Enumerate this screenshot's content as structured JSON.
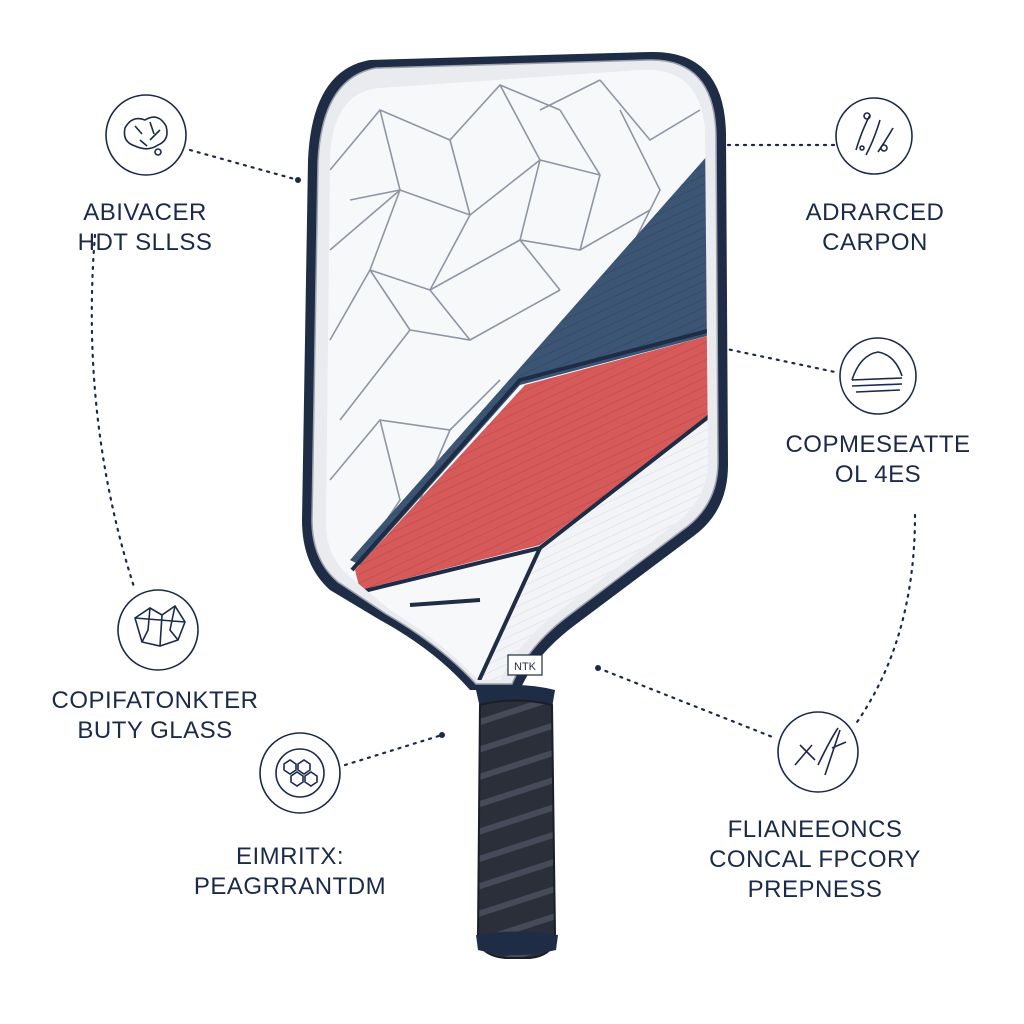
{
  "colors": {
    "ink": "#1b2a4a",
    "navy_panel": "#3d5574",
    "red_panel": "#d65a5a",
    "grip": "#2a2f3a",
    "edge_guard": "#1f2c46"
  },
  "paddle": {
    "neck_badge": "NTK"
  },
  "callouts": [
    {
      "id": "top-left",
      "icon": "crystal-cluster-icon",
      "lines": [
        "ABIVACER",
        "HDT SLLSS"
      ]
    },
    {
      "id": "top-right",
      "icon": "fiber-strands-icon",
      "lines": [
        "ADRARCED",
        "CARPON"
      ]
    },
    {
      "id": "mid-right",
      "icon": "layered-core-icon",
      "lines": [
        "COPMESEATTE",
        "OL 4ES"
      ]
    },
    {
      "id": "mid-left",
      "icon": "glass-fragments-icon",
      "lines": [
        "COPIFATONKTER",
        "BUTY GLASS"
      ]
    },
    {
      "id": "bottom-left",
      "icon": "honeycomb-texture-icon",
      "lines": [
        "EIMRITX:",
        "PEAGRRANTDM"
      ]
    },
    {
      "id": "bottom-right",
      "icon": "tools-icon",
      "lines": [
        "FLIANEEONCS",
        "CONCAL FPCORY",
        "PREPNESS"
      ]
    }
  ]
}
